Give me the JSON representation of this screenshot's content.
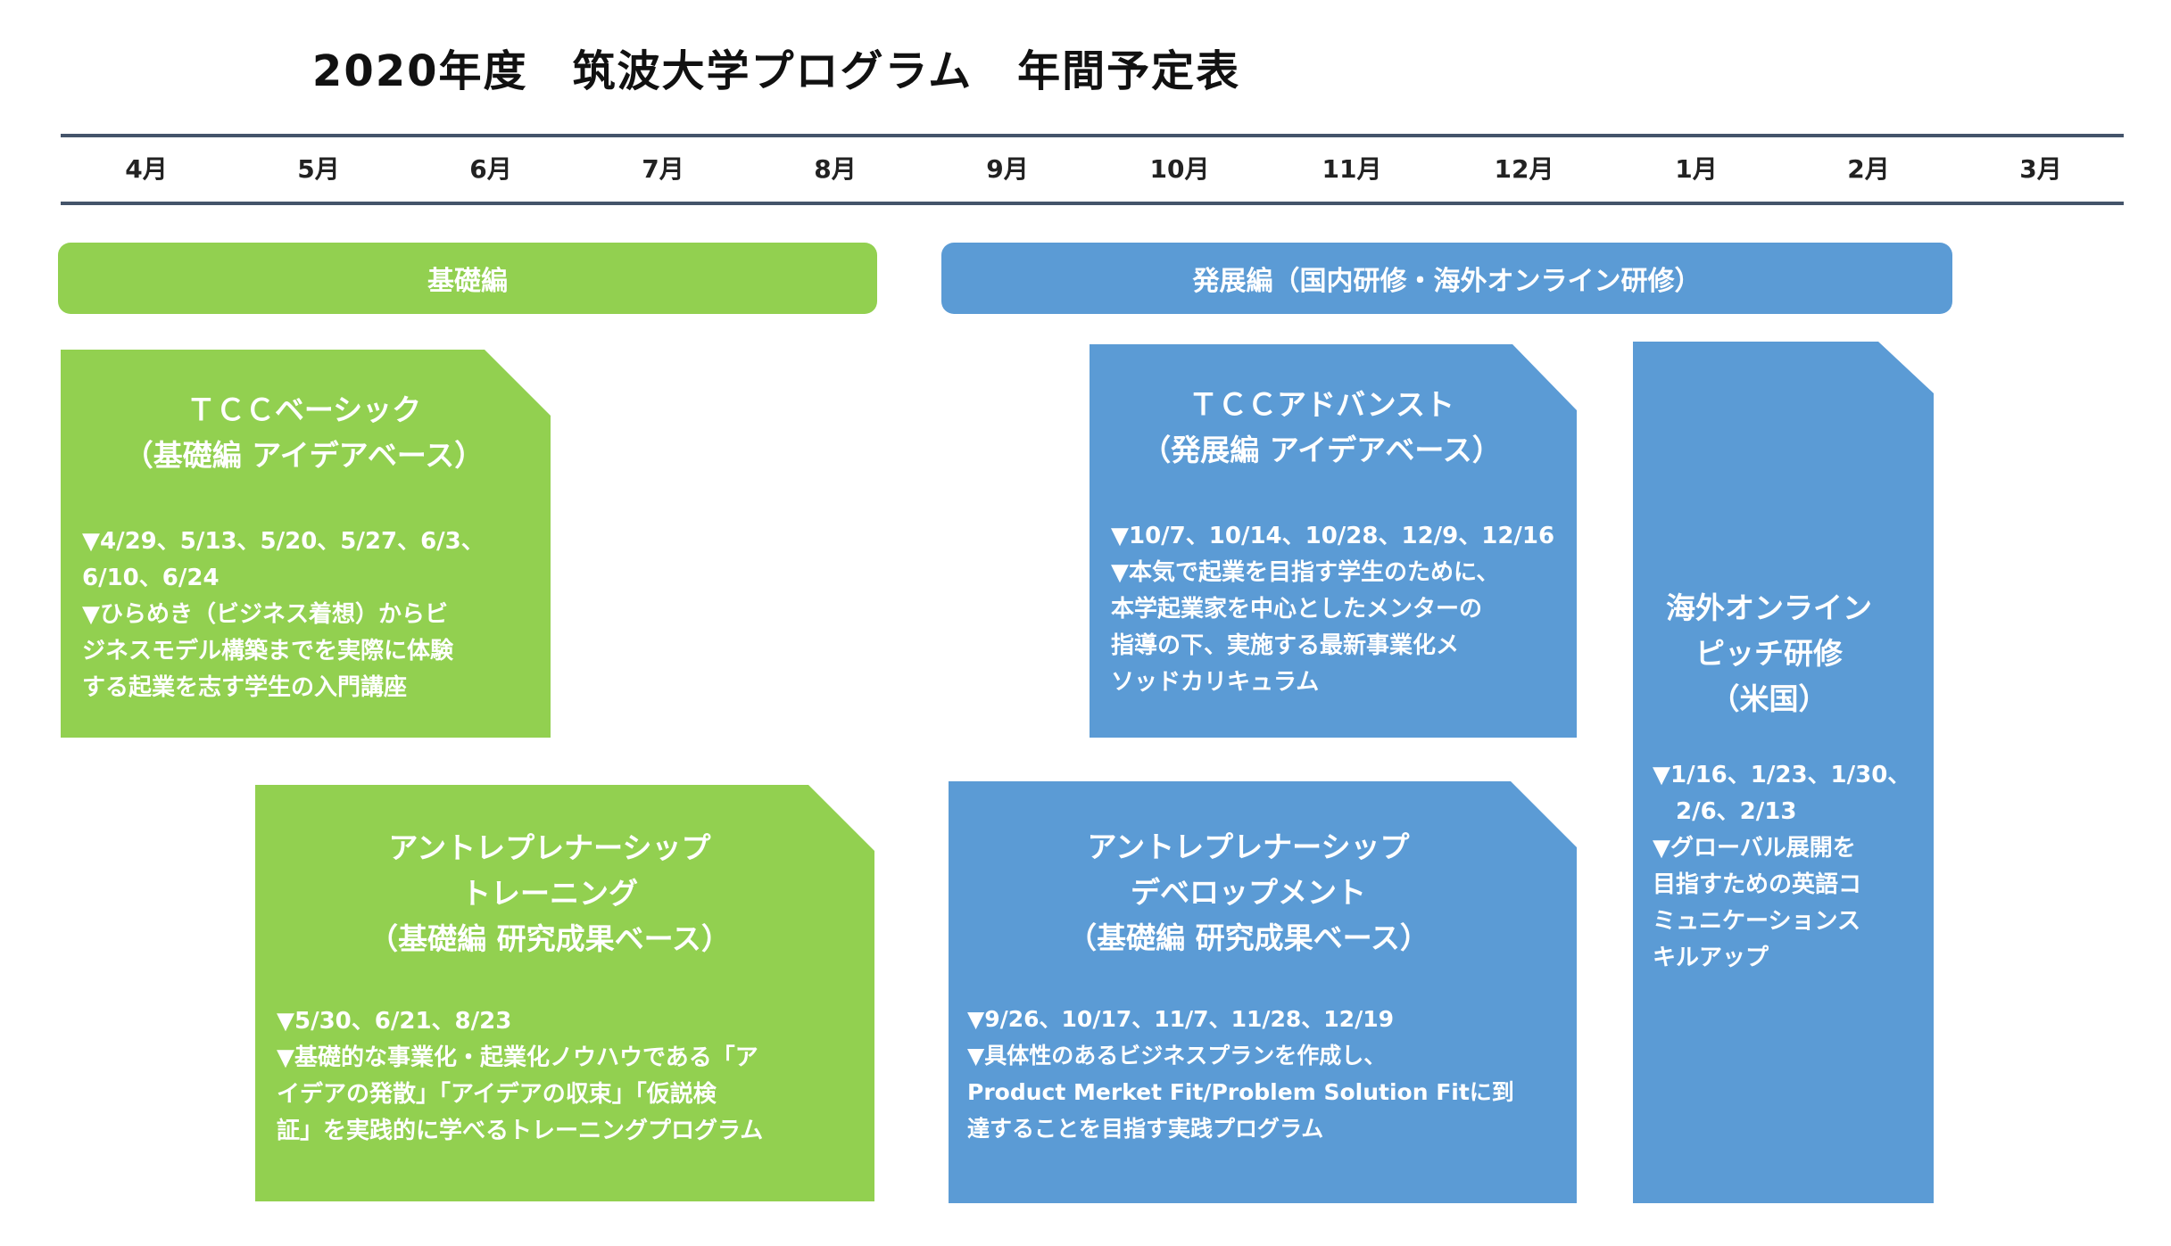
{
  "title": "2020年度　筑波大学プログラム　年間予定表",
  "months": [
    "4月",
    "5月",
    "6月",
    "7月",
    "8月",
    "9月",
    "10月",
    "11月",
    "12月",
    "1月",
    "2月",
    "3月"
  ],
  "bands": {
    "basic": "基礎編",
    "advanced": "発展編（国内研修・海外オンライン研修）"
  },
  "cards": {
    "tcc_basic": {
      "title": "ＴＣＣベーシック\n（基礎編 アイデアベース）",
      "body": "▼4/29、5/13、5/20、5/27、6/3、\n6/10、6/24\n▼ひらめき（ビジネス着想）からビ\nジネスモデル構築までを実際に体験\nする起業を志す学生の入門講座"
    },
    "ent_training": {
      "title": "アントレプレナーシップ\nトレーニング\n（基礎編 研究成果ベース）",
      "body": "▼5/30、6/21、8/23\n▼基礎的な事業化・起業化ノウハウである「ア\nイデアの発散」「アイデアの収束」「仮説検\n証」を実践的に学べるトレーニングプログラム"
    },
    "tcc_advanced": {
      "title": "ＴＣＣアドバンスト\n（発展編 アイデアベース）",
      "body": "▼10/7、10/14、10/28、12/9、12/16\n▼本気で起業を目指す学生のために、\n本学起業家を中心としたメンターの\n指導の下、実施する最新事業化メ\nソッドカリキュラム"
    },
    "ent_development": {
      "title": "アントレプレナーシップ\nデベロップメント\n（基礎編 研究成果ベース）",
      "body": "▼9/26、10/17、11/7、11/28、12/19\n▼具体性のあるビジネスプランを作成し、\nProduct Merket Fit/Problem Solution Fitに到\n達することを目指す実践プログラム"
    },
    "overseas": {
      "title": "海外オンライン\nピッチ研修\n（米国）",
      "body": "▼1/16、1/23、1/30、\n　2/6、2/13\n▼グローバル展開を\n目指すための英語コ\nミュニケーションス\nキルアップ"
    }
  },
  "colors": {
    "green": "#92d050",
    "blue": "#5b9bd5",
    "rule": "#44546a"
  }
}
